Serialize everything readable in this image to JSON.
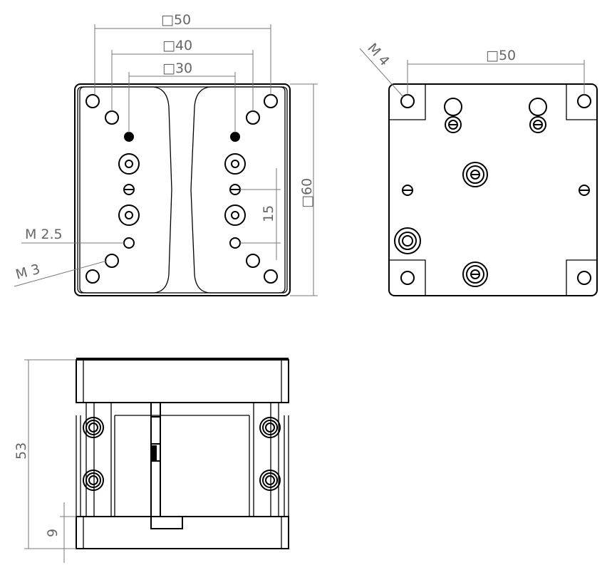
{
  "top_left_view": {
    "dim_outer_square": "□50",
    "dim_mid_square": "□40",
    "dim_inner_square": "□30",
    "dim_height_square": "□60",
    "dim_spacing": "15",
    "thread_small": "M 2.5",
    "thread_mid": "M 3"
  },
  "top_right_view": {
    "thread_label": "M 4",
    "dim_square": "□50"
  },
  "bottom_view": {
    "dim_height": "53",
    "dim_base": "9"
  },
  "colors": {
    "line": "#000000",
    "dimension": "#777777"
  }
}
